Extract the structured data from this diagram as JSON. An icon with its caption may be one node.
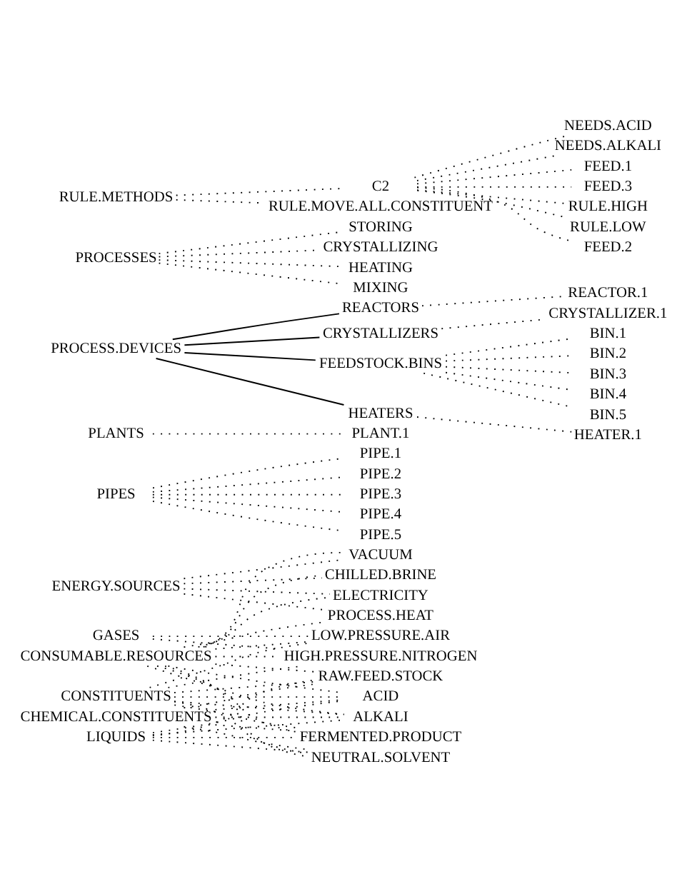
{
  "diagram": {
    "nodes": [
      {
        "text": [
          "CHEMICAL.CONSTITUENTS"
        ]
      },
      {
        "text": [
          "CONSTITUENTS"
        ]
      },
      {
        "text": [
          "CONSUMABLE.RESOURCES"
        ]
      },
      {
        "text": [
          "PROCESS.HEAT"
        ]
      },
      {
        "text": [
          "VACUUM"
        ]
      },
      {
        "text": [
          "ENERGY.SOURCES"
        ]
      },
      {
        "text": [
          "CHILLED.BRINE"
        ]
      },
      {
        "text": [
          "ELECTRICITY"
        ]
      },
      {
        "text": [
          "HIGH.PRESSURE.NITROGEN"
        ]
      },
      {
        "text": [
          "GASES"
        ]
      },
      {
        "text": [
          "LOW.PRESSURE.AIR"
        ]
      },
      {
        "text": [
          "NEUTRAL.SOLVENT"
        ]
      },
      {
        "text": [
          "RAW.FEED.STOCK"
        ]
      },
      {
        "text": [
          "LIQUIDS"
        ]
      },
      {
        "text": [
          "ACID"
        ]
      },
      {
        "text": [
          "ALKALI"
        ]
      },
      {
        "text": [
          "FERMENTED.PRODUCT"
        ]
      },
      {
        "text": [
          "PIPE.1"
        ]
      },
      {
        "text": [
          "PIPE.2"
        ]
      },
      {
        "text": [
          "PIPES"
        ]
      },
      {
        "text": [
          "PIPE.3"
        ]
      },
      {
        "text": [
          "PIPE.4"
        ]
      },
      {
        "text": [
          "PIPE.5"
        ]
      },
      {
        "text": [
          "PLANTS"
        ]
      },
      {
        "text": [
          "PLANT.1"
        ]
      },
      {
        "text": [
          "REACTORS"
        ]
      },
      {
        "text": [
          "REACTOR.1"
        ]
      },
      {
        "text": [
          "CRYSTALLIZERS"
        ]
      },
      {
        "text": [
          "CRYSTALLIZER.1"
        ]
      },
      {
        "text": [
          "BIN.1"
        ]
      },
      {
        "text": [
          "BIN.2"
        ]
      },
      {
        "text": [
          "PROCESS.DEVICES"
        ]
      },
      {
        "text": [
          "FEEDSTOCK.BINS"
        ]
      },
      {
        "text": [
          "BIN.3"
        ]
      },
      {
        "text": [
          "BIN.4"
        ]
      },
      {
        "text": [
          "BIN.5"
        ]
      },
      {
        "text": [
          "HEATERS"
        ]
      },
      {
        "text": [
          "HEATER.1"
        ]
      },
      {
        "text": [
          "STORING"
        ]
      },
      {
        "text": [
          "CRYSTALLIZING"
        ]
      },
      {
        "text": [
          "PROCESSES"
        ]
      },
      {
        "text": [
          "HEATING"
        ]
      },
      {
        "text": [
          "MIXING"
        ]
      },
      {
        "text": [
          "NEEDS.ACID"
        ]
      },
      {
        "text": [
          "NEEDS.ALKALI"
        ]
      },
      {
        "text": [
          "FEED.1"
        ]
      },
      {
        "text": [
          "C2"
        ]
      },
      {
        "text": [
          "FEED.3"
        ]
      },
      {
        "text": [
          "RULE.HIGH"
        ]
      },
      {
        "text": [
          "RULE.LOW"
        ]
      },
      {
        "text": [
          "FEED.2"
        ]
      },
      {
        "text": [
          "RULE.METHODS"
        ]
      },
      {
        "text": [
          "RULE.MOVE.ALL.CONSTITUENT"
        ]
      }
    ],
    "edges": [
      {
        "from": 0,
        "to": 11,
        "arrow": "none",
        "style": "dashed"
      },
      {
        "from": 0,
        "to": 12,
        "arrow": "none",
        "style": "dashed"
      },
      {
        "from": 0,
        "to": 14,
        "arrow": "none",
        "style": "dashed"
      },
      {
        "from": 0,
        "to": 15,
        "arrow": "none",
        "style": "dashed"
      },
      {
        "from": 0,
        "to": 16,
        "arrow": "none",
        "style": "dashed"
      },
      {
        "from": 1,
        "to": 8,
        "arrow": "none",
        "style": "dashed"
      },
      {
        "from": 1,
        "to": 10,
        "arrow": "none",
        "style": "dashed"
      },
      {
        "from": 1,
        "to": 11,
        "arrow": "none",
        "style": "dashed"
      },
      {
        "from": 1,
        "to": 12,
        "arrow": "none",
        "style": "dashed"
      },
      {
        "from": 1,
        "to": 14,
        "arrow": "none",
        "style": "dashed"
      },
      {
        "from": 1,
        "to": 15,
        "arrow": "none",
        "style": "dashed"
      },
      {
        "from": 1,
        "to": 16,
        "arrow": "none",
        "style": "dashed"
      },
      {
        "from": 2,
        "to": 3,
        "arrow": "none",
        "style": "dashed"
      },
      {
        "from": 2,
        "to": 4,
        "arrow": "none",
        "style": "dashed"
      },
      {
        "from": 2,
        "to": 6,
        "arrow": "none",
        "style": "dashed"
      },
      {
        "from": 2,
        "to": 7,
        "arrow": "none",
        "style": "dashed"
      },
      {
        "from": 2,
        "to": 8,
        "arrow": "none",
        "style": "dashed"
      },
      {
        "from": 2,
        "to": 10,
        "arrow": "none",
        "style": "dashed"
      },
      {
        "from": 2,
        "to": 11,
        "arrow": "none",
        "style": "dashed"
      },
      {
        "from": 2,
        "to": 12,
        "arrow": "none",
        "style": "dashed"
      },
      {
        "from": 2,
        "to": 14,
        "arrow": "none",
        "style": "dashed"
      },
      {
        "from": 2,
        "to": 15,
        "arrow": "none",
        "style": "dashed"
      },
      {
        "from": 2,
        "to": 16,
        "arrow": "none",
        "style": "dashed"
      },
      {
        "from": 5,
        "to": 3,
        "arrow": "none",
        "style": "dashed"
      },
      {
        "from": 5,
        "to": 4,
        "arrow": "none",
        "style": "dashed"
      },
      {
        "from": 5,
        "to": 6,
        "arrow": "none",
        "style": "dashed"
      },
      {
        "from": 5,
        "to": 7,
        "arrow": "none",
        "style": "dashed"
      },
      {
        "from": 9,
        "to": 8,
        "arrow": "none",
        "style": "dashed"
      },
      {
        "from": 9,
        "to": 10,
        "arrow": "none",
        "style": "dashed"
      },
      {
        "from": 13,
        "to": 11,
        "arrow": "none",
        "style": "dashed"
      },
      {
        "from": 13,
        "to": 12,
        "arrow": "none",
        "style": "dashed"
      },
      {
        "from": 13,
        "to": 14,
        "arrow": "none",
        "style": "dashed"
      },
      {
        "from": 13,
        "to": 15,
        "arrow": "none",
        "style": "dashed"
      },
      {
        "from": 13,
        "to": 16,
        "arrow": "none",
        "style": "dashed"
      },
      {
        "from": 19,
        "to": 17,
        "arrow": "none",
        "style": "dashed"
      },
      {
        "from": 19,
        "to": 18,
        "arrow": "none",
        "style": "dashed"
      },
      {
        "from": 19,
        "to": 20,
        "arrow": "none",
        "style": "dashed"
      },
      {
        "from": 19,
        "to": 21,
        "arrow": "none",
        "style": "dashed"
      },
      {
        "from": 19,
        "to": 22,
        "arrow": "none",
        "style": "dashed"
      },
      {
        "from": 23,
        "to": 24,
        "arrow": "none",
        "style": "dashed"
      },
      {
        "from": 31,
        "to": 25,
        "arrow": "none"
      },
      {
        "from": 31,
        "to": 27,
        "arrow": "none"
      },
      {
        "from": 31,
        "to": 32,
        "arrow": "none"
      },
      {
        "from": 31,
        "to": 36,
        "arrow": "none"
      },
      {
        "from": 25,
        "to": 26,
        "arrow": "none",
        "style": "dashed"
      },
      {
        "from": 27,
        "to": 28,
        "arrow": "none",
        "style": "dashed"
      },
      {
        "from": 32,
        "to": 29,
        "arrow": "none",
        "style": "dashed"
      },
      {
        "from": 32,
        "to": 30,
        "arrow": "none",
        "style": "dashed"
      },
      {
        "from": 32,
        "to": 33,
        "arrow": "none",
        "style": "dashed"
      },
      {
        "from": 32,
        "to": 34,
        "arrow": "none",
        "style": "dashed"
      },
      {
        "from": 32,
        "to": 35,
        "arrow": "none",
        "style": "dashed"
      },
      {
        "from": 36,
        "to": 37,
        "arrow": "none",
        "style": "dashed"
      },
      {
        "from": 40,
        "to": 38,
        "arrow": "none",
        "style": "dashed"
      },
      {
        "from": 40,
        "to": 39,
        "arrow": "none",
        "style": "dashed"
      },
      {
        "from": 40,
        "to": 41,
        "arrow": "none",
        "style": "dashed"
      },
      {
        "from": 40,
        "to": 42,
        "arrow": "none",
        "style": "dashed"
      },
      {
        "from": 51,
        "to": 46,
        "arrow": "none",
        "style": "dashed"
      },
      {
        "from": 51,
        "to": 52,
        "arrow": "none",
        "style": "dashed"
      },
      {
        "from": 46,
        "to": 43,
        "arrow": "none",
        "style": "dashed"
      },
      {
        "from": 46,
        "to": 44,
        "arrow": "none",
        "style": "dashed"
      },
      {
        "from": 46,
        "to": 45,
        "arrow": "none",
        "style": "dashed"
      },
      {
        "from": 46,
        "to": 47,
        "arrow": "none",
        "style": "dashed"
      },
      {
        "from": 46,
        "to": 48,
        "arrow": "none",
        "style": "dashed"
      },
      {
        "from": 46,
        "to": 49,
        "arrow": "none",
        "style": "dashed"
      },
      {
        "from": 46,
        "to": 50,
        "arrow": "none",
        "style": "dashed"
      }
    ]
  }
}
